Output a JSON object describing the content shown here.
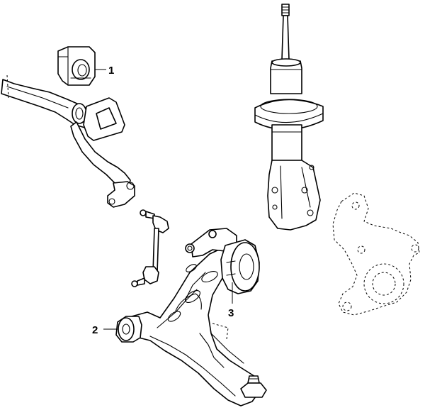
{
  "callouts": [
    {
      "label": "1",
      "part": "stabilizer-bar-bushing"
    },
    {
      "label": "2",
      "part": "lower-arm-front-bushing"
    },
    {
      "label": "3",
      "part": "lower-arm-rear-bushing"
    }
  ]
}
